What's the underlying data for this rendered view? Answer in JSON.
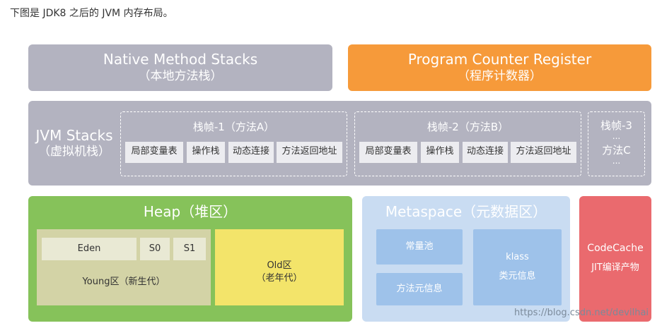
{
  "caption": "下图是 JDK8 之后的 JVM 内存布局。",
  "native": {
    "title": "Native Method Stacks",
    "sub": "（本地方法栈）"
  },
  "pcr": {
    "title": "Program Counter Register",
    "sub": "（程序计数器）"
  },
  "jvm_stacks": {
    "title": "JVM Stacks",
    "sub": "（虚拟机栈）",
    "frames": [
      {
        "title": "栈帧-1（方法A）",
        "items": [
          "局部变量表",
          "操作栈",
          "动态连接",
          "方法返回地址"
        ]
      },
      {
        "title": "栈帧-2（方法B）",
        "items": [
          "局部变量表",
          "操作栈",
          "动态连接",
          "方法返回地址"
        ]
      }
    ],
    "frame3": {
      "title": "栈帧-3",
      "dots_top": "...",
      "method": "方法C",
      "dots_bottom": "..."
    }
  },
  "heap": {
    "title": "Heap（堆区）",
    "eden": "Eden",
    "s0": "S0",
    "s1": "S1",
    "young": "Young区（新生代）",
    "old_1": "Old区",
    "old_2": "（老年代）"
  },
  "metaspace": {
    "title": "Metaspace（元数据区）",
    "constant_pool": "常量池",
    "method_meta": "方法元信息",
    "klass_1": "klass",
    "klass_2": "类元信息"
  },
  "codecache": {
    "line1": "CodeCache",
    "line2": "JIT编译产物"
  },
  "watermark": "https://blog.csdn.net/devilhai",
  "colors": {
    "gray": "#b3b3c0",
    "orange": "#f69a3a",
    "green": "#86c25a",
    "heap_inner": "#d3d3a6",
    "old": "#f3e46a",
    "meta": "#c9dcf2",
    "red": "#ea6a6e"
  }
}
